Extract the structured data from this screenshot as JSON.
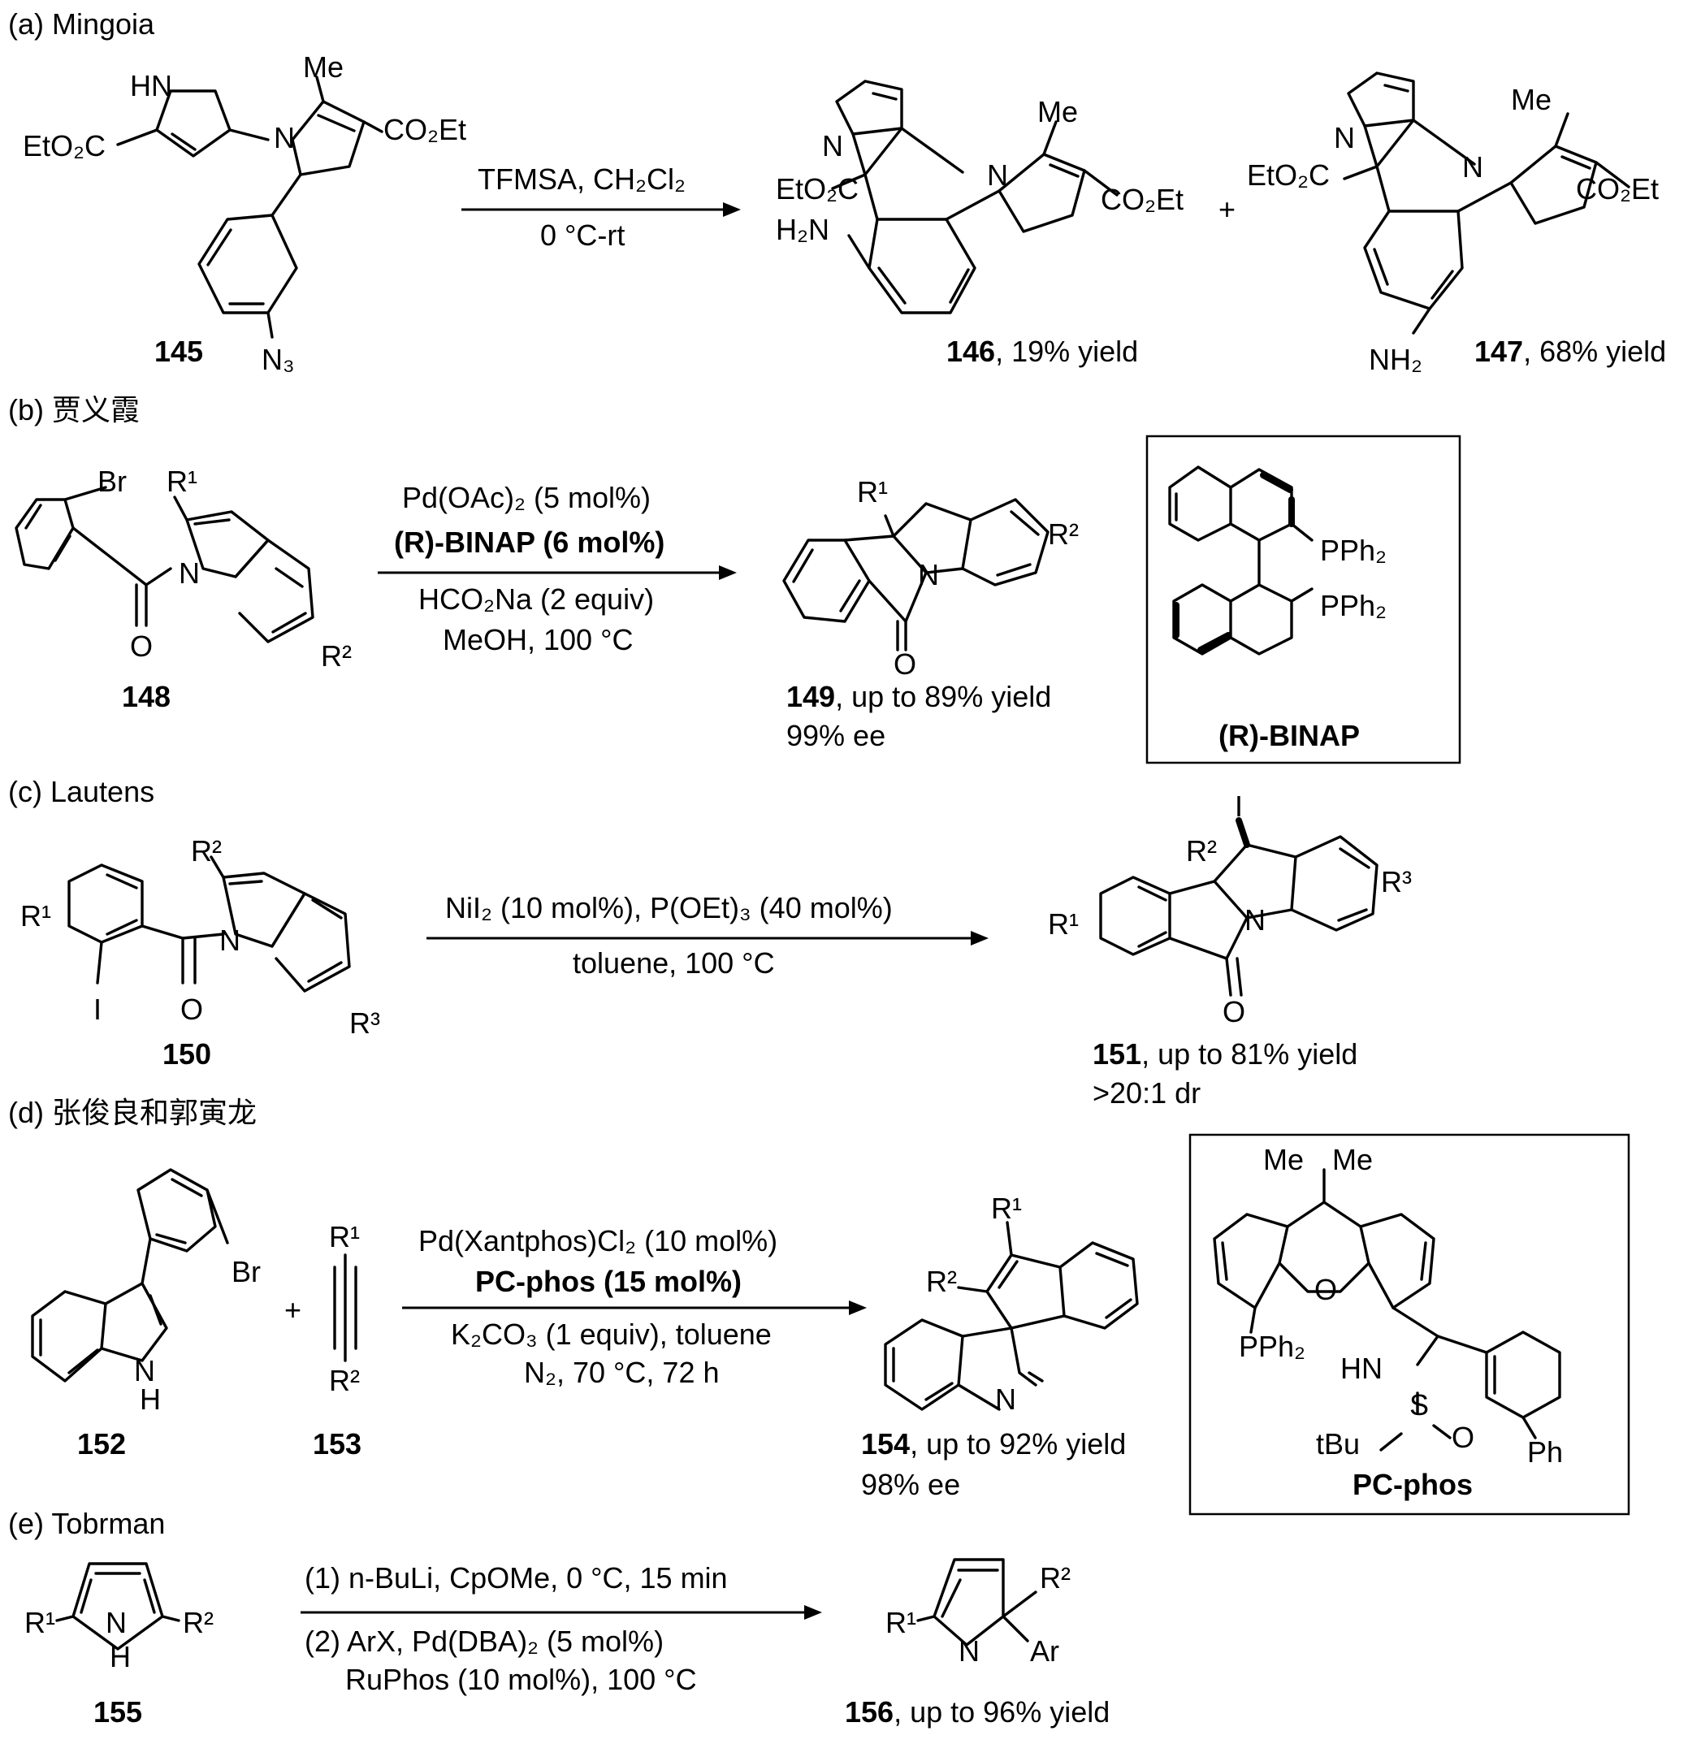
{
  "panels": {
    "a": {
      "heading": "(a) Mingoia",
      "sm_label": "145",
      "conditions": [
        "TFMSA, CH₂Cl₂",
        "0 °C-rt"
      ],
      "plus": "+",
      "product1": {
        "num": "146",
        "yield": ", 19% yield"
      },
      "product2": {
        "num": "147",
        "yield": ", 68% yield"
      }
    },
    "b": {
      "heading": "(b) 贾义霞",
      "sm_label": "148",
      "conditions": [
        "Pd(OAc)₂ (5 mol%)",
        "(R)-BINAP (6 mol%)",
        "HCO₂Na (2 equiv)",
        "MeOH, 100 °C"
      ],
      "product": {
        "num": "149",
        "yield": ", up to 89% yield",
        "ee": "99% ee"
      },
      "box_label": "(R)-BINAP"
    },
    "c": {
      "heading": "(c) Lautens",
      "sm_label": "150",
      "conditions": [
        "NiI₂ (10 mol%), P(OEt)₃ (40 mol%)",
        "toluene, 100 °C"
      ],
      "product": {
        "num": "151",
        "yield": ", up to 81% yield",
        "dr": ">20:1 dr"
      }
    },
    "d": {
      "heading": "(d) 张俊良和郭寅龙",
      "sm1_label": "152",
      "sm2_label": "153",
      "plus": "+",
      "conditions": [
        "Pd(Xantphos)Cl₂ (10 mol%)",
        "PC-phos (15 mol%)",
        "K₂CO₃ (1 equiv), toluene",
        "N₂, 70 °C, 72 h"
      ],
      "product": {
        "num": "154",
        "yield": ", up to 92% yield",
        "ee": "98% ee"
      },
      "box_label": "PC-phos"
    },
    "e": {
      "heading": "(e) Tobrman",
      "sm_label": "155",
      "conditions": [
        "(1) n-BuLi, CpOMe, 0 °C, 15 min",
        "(2) ArX, Pd(DBA)₂ (5 mol%)",
        "RuPhos (10 mol%), 100 °C"
      ],
      "product": {
        "num": "156",
        "yield": ", up to 96% yield"
      }
    }
  },
  "atom_labels": {
    "a": [
      "HN",
      "Me",
      "CO₂Et",
      "EtO₂C",
      "N",
      "N₃",
      "N",
      "Me",
      "N",
      "EtO₂C",
      "H₂N",
      "CO₂Et",
      "N",
      "Me",
      "N",
      "EtO₂C",
      "CO₂Et",
      "NH₂"
    ],
    "b": [
      "Br",
      "R¹",
      "N",
      "O",
      "R²",
      "R¹",
      "N",
      "O",
      "R²",
      "PPh₂",
      "PPh₂"
    ],
    "c": [
      "R¹",
      "R²",
      "N",
      "I",
      "O",
      "R³",
      "I",
      "R²",
      "R¹",
      "N",
      "O",
      "R³"
    ],
    "d": [
      "Br",
      "N",
      "H",
      "R¹",
      "R²",
      "R¹",
      "R²",
      "N",
      "Me",
      "Me",
      "O",
      "PPh₂",
      "HN",
      "S",
      "O",
      "tBu",
      "Ph"
    ],
    "e": [
      "R¹",
      "N",
      "H",
      "R²",
      "R¹",
      "N",
      "R²",
      "Ar"
    ]
  }
}
